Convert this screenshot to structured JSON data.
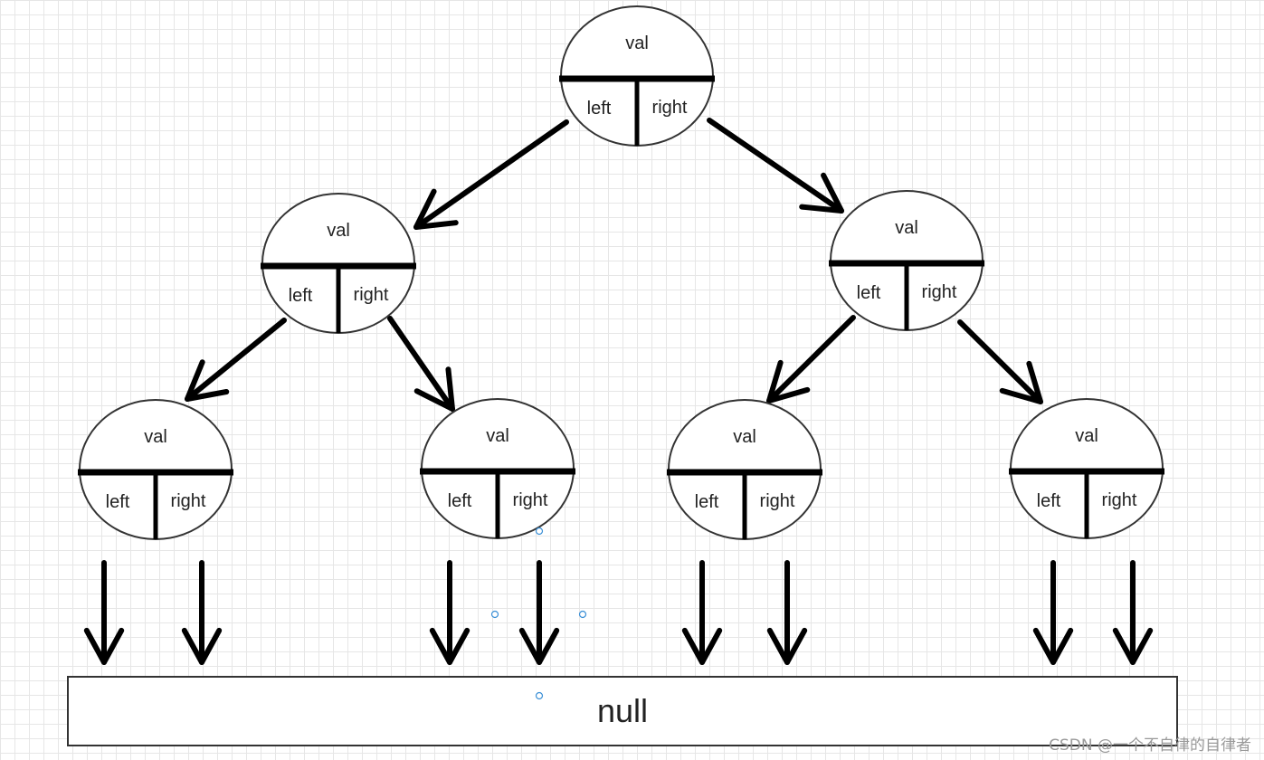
{
  "node_labels": {
    "value": "val",
    "left": "left",
    "right": "right"
  },
  "null_label": "null",
  "watermark": "CSDN @一个不自律的自律者",
  "colors": {
    "stroke": "#000000",
    "handle": "#3a8fd6",
    "grid": "#e6e6e6"
  },
  "tree": {
    "nodes": [
      {
        "id": "root"
      },
      {
        "id": "left-child"
      },
      {
        "id": "right-child"
      },
      {
        "id": "left-left-leaf"
      },
      {
        "id": "left-right-leaf"
      },
      {
        "id": "right-left-leaf"
      },
      {
        "id": "right-right-leaf"
      }
    ],
    "edges": [
      {
        "from": "root",
        "to": "left-child",
        "side": "left"
      },
      {
        "from": "root",
        "to": "right-child",
        "side": "right"
      },
      {
        "from": "left-child",
        "to": "left-left-leaf",
        "side": "left"
      },
      {
        "from": "left-child",
        "to": "left-right-leaf",
        "side": "right"
      },
      {
        "from": "right-child",
        "to": "right-left-leaf",
        "side": "left"
      },
      {
        "from": "right-child",
        "to": "right-right-leaf",
        "side": "right"
      }
    ],
    "null_pointers": [
      {
        "from": "left-left-leaf",
        "side": "left"
      },
      {
        "from": "left-left-leaf",
        "side": "right"
      },
      {
        "from": "left-right-leaf",
        "side": "left"
      },
      {
        "from": "left-right-leaf",
        "side": "right"
      },
      {
        "from": "right-left-leaf",
        "side": "left"
      },
      {
        "from": "right-left-leaf",
        "side": "right"
      },
      {
        "from": "right-right-leaf",
        "side": "left"
      },
      {
        "from": "right-right-leaf",
        "side": "right"
      }
    ]
  }
}
